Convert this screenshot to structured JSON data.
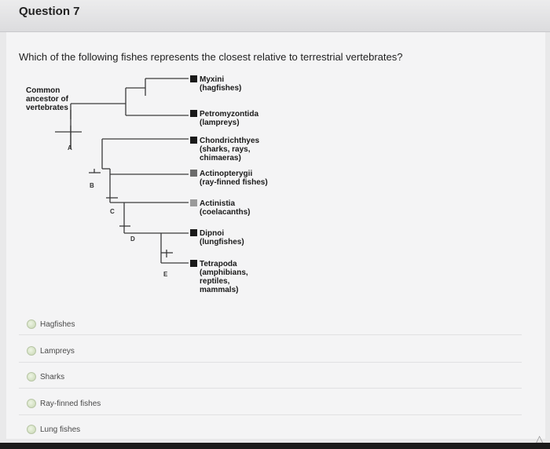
{
  "header": {
    "title": "Question 7"
  },
  "question": {
    "text": "Which of the following fishes represents the closest relative to terrestrial vertebrates?"
  },
  "tree": {
    "root_label": "Common\nancestor of\nvertebrates",
    "taxa": [
      {
        "label": "Myxini\n(hagfishes)",
        "color": "#1a1a1a"
      },
      {
        "label": "Petromyzontida\n(lampreys)",
        "color": "#1a1a1a"
      },
      {
        "label": "Chondrichthyes\n(sharks, rays,\nchimaeras)",
        "color": "#1a1a1a"
      },
      {
        "label": "Actinopterygii\n(ray-finned fishes)",
        "color": "#6b6b6b"
      },
      {
        "label": "Actinistia\n(coelacanths)",
        "color": "#9a9a9a"
      },
      {
        "label": "Dipnoi\n(lungfishes)",
        "color": "#1a1a1a"
      },
      {
        "label": "Tetrapoda\n(amphibians,\nreptiles,\nmammals)",
        "color": "#1a1a1a"
      }
    ],
    "nodes": [
      "A",
      "B",
      "C",
      "D",
      "E"
    ]
  },
  "options": [
    {
      "label": "Hagfishes"
    },
    {
      "label": "Lampreys"
    },
    {
      "label": "Sharks"
    },
    {
      "label": "Ray-finned fishes"
    },
    {
      "label": "Lung fishes"
    }
  ]
}
